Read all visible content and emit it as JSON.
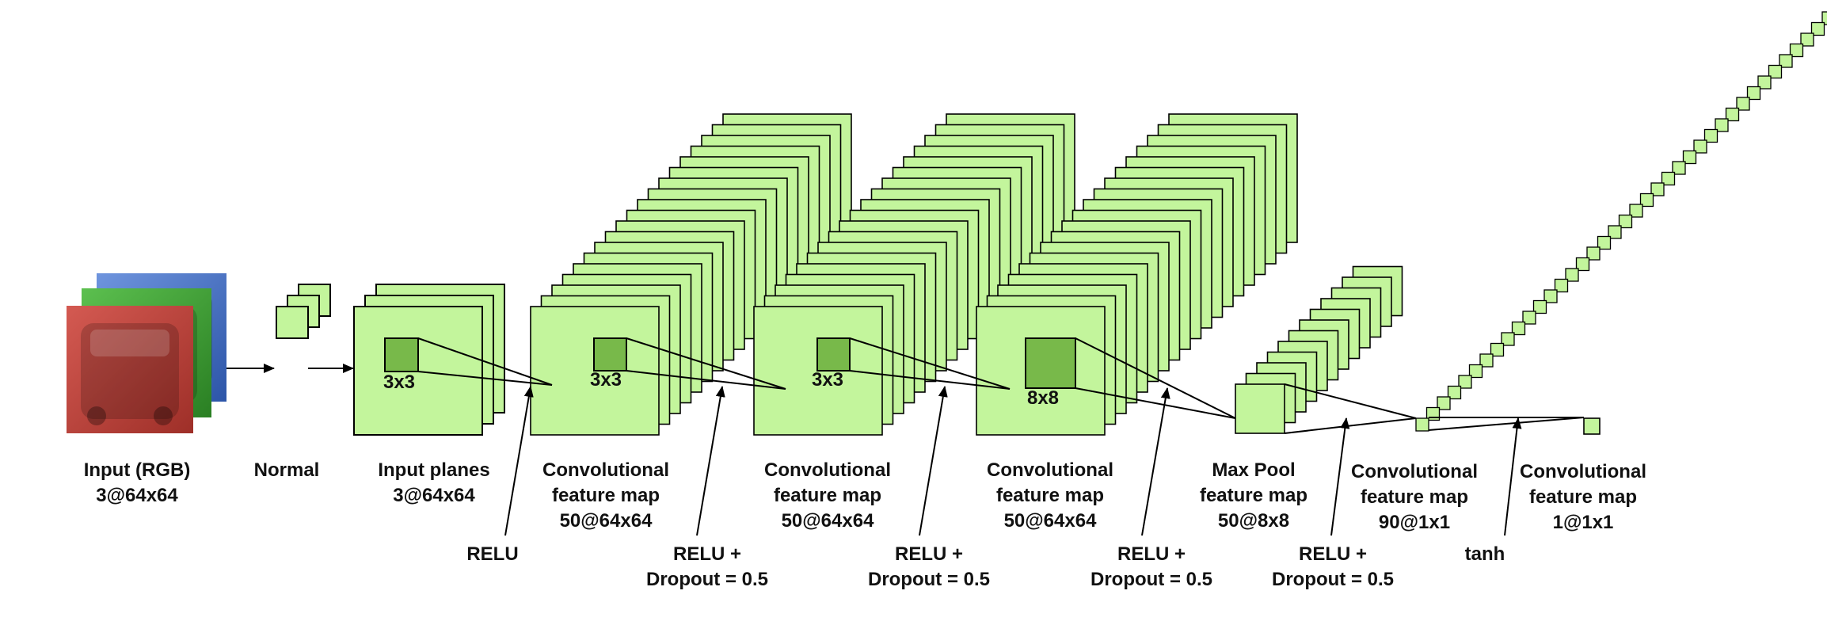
{
  "layers": [
    {
      "id": "input",
      "lines": [
        "Input (RGB)",
        "3@64x64"
      ]
    },
    {
      "id": "normal",
      "lines": [
        "Normal"
      ]
    },
    {
      "id": "input-planes",
      "lines": [
        "Input planes",
        "3@64x64"
      ]
    },
    {
      "id": "conv1",
      "lines": [
        "Convolutional",
        "feature map",
        "50@64x64"
      ]
    },
    {
      "id": "conv2",
      "lines": [
        "Convolutional",
        "feature map",
        "50@64x64"
      ]
    },
    {
      "id": "conv3",
      "lines": [
        "Convolutional",
        "feature map",
        "50@64x64"
      ]
    },
    {
      "id": "maxpool",
      "lines": [
        "Max Pool",
        "feature map",
        "50@8x8"
      ]
    },
    {
      "id": "conv4",
      "lines": [
        "Convolutional",
        "feature map",
        "90@1x1"
      ]
    },
    {
      "id": "conv5",
      "lines": [
        "Convolutional",
        "feature map",
        "1@1x1"
      ]
    }
  ],
  "kernels": [
    "3x3",
    "3x3",
    "3x3",
    "8x8"
  ],
  "activations": [
    {
      "lines": [
        "RELU"
      ]
    },
    {
      "lines": [
        "RELU +",
        "Dropout = 0.5"
      ]
    },
    {
      "lines": [
        "RELU +",
        "Dropout = 0.5"
      ]
    },
    {
      "lines": [
        "RELU +",
        "Dropout = 0.5"
      ]
    },
    {
      "lines": [
        "RELU +",
        "Dropout = 0.5"
      ]
    },
    {
      "lines": [
        "tanh"
      ]
    }
  ],
  "colors": {
    "map_fill": "#c3f59c",
    "kernel_fill": "#78b94a",
    "stroke": "#000000",
    "channel_red": "#c0392b",
    "channel_green": "#3fa535",
    "channel_blue": "#3f6fc8"
  }
}
